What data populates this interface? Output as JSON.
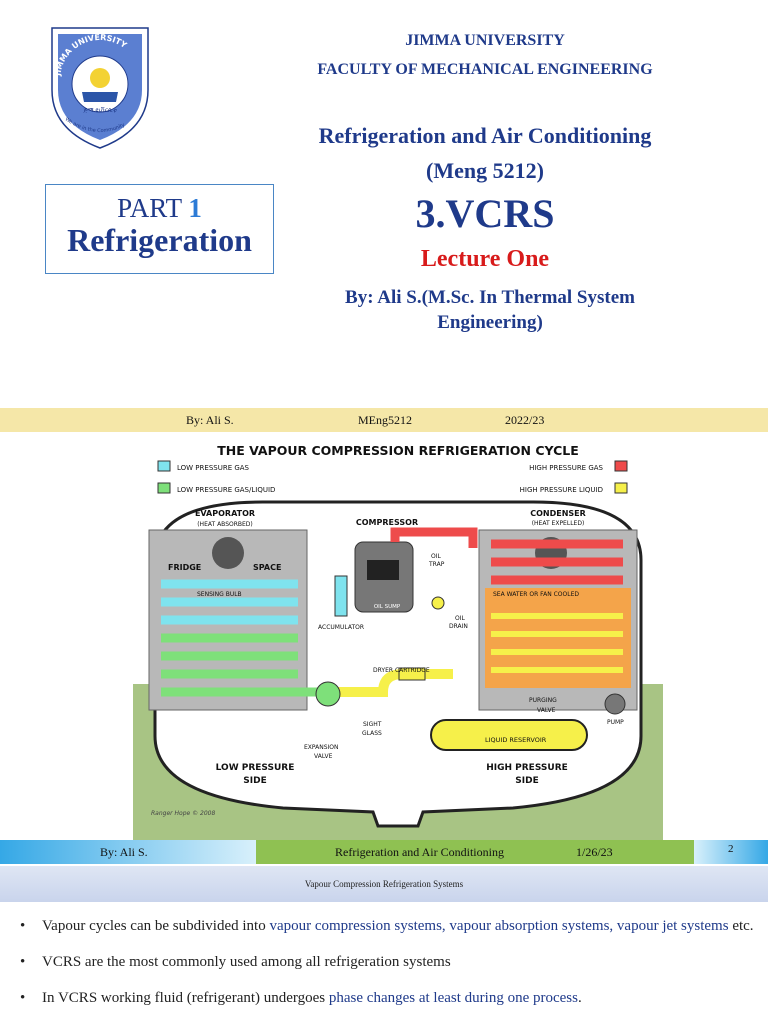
{
  "slide1": {
    "logo": {
      "arc_text": "JIMMA UNIVERSITY",
      "inner_text": "ጅማ ዩኒቨርሲቲ",
      "motto": "We are in the Community"
    },
    "university": "JIMMA UNIVERSITY",
    "faculty": "FACULTY OF MECHANICAL ENGINEERING",
    "course": "Refrigeration and Air Conditioning",
    "code": "(Meng 5212)",
    "title": "3.VCRS",
    "lecture": "Lecture One",
    "author_line1": "By: Ali S.(M.Sc. In Thermal System",
    "author_line2": "Engineering)",
    "part_label": "PART",
    "part_number": "1",
    "part_title": "Refrigeration",
    "footer": {
      "author": "By: Ali S.",
      "code": "MEng5212",
      "year": "2022/23"
    },
    "colors": {
      "title": "#1f3a8a",
      "lecture": "#d81b1b",
      "footer_bg": "#f5e7a8"
    }
  },
  "diagram": {
    "title": "THE VAPOUR COMPRESSION REFRIGERATION CYCLE",
    "legend": [
      {
        "label": "LOW PRESSURE GAS",
        "color": "#7fe3ee"
      },
      {
        "label": "LOW PRESSURE GAS/LIQUID",
        "color": "#7ee07a"
      },
      {
        "label": "HIGH PRESSURE GAS",
        "color": "#ee4b4b"
      },
      {
        "label": "HIGH PRESSURE LIQUID",
        "color": "#f6f04a"
      }
    ],
    "labels": {
      "evaporator": "EVAPORATOR",
      "heat_absorbed": "(HEAT ABSORBED)",
      "fridge": "FRIDGE",
      "space": "SPACE",
      "compressor": "COMPRESSOR",
      "condenser": "CONDENSER",
      "heat_expelled": "(HEAT EXPELLED)",
      "oil_trap_1": "OIL",
      "oil_trap_2": "TRAP",
      "sensing_bulb": "SENSING BULB",
      "oil_sump": "OIL SUMP",
      "accumulator": "ACCUMULATOR",
      "oil_drain_1": "OIL",
      "oil_drain_2": "DRAIN",
      "sea_water": "SEA WATER OR FAN COOLED",
      "dryer": "DRYER CARTRIDGE",
      "purging_1": "PURGING",
      "purging_2": "VALVE",
      "pump": "PUMP",
      "sight_1": "SIGHT",
      "sight_2": "GLASS",
      "expansion_1": "EXPANSION",
      "expansion_2": "VALVE",
      "liquid_reservoir": "LIQUID RESERVOIR",
      "low_side_1": "LOW PRESSURE",
      "low_side_2": "SIDE",
      "high_side_1": "HIGH PRESSURE",
      "high_side_2": "SIDE",
      "credit": "Ranger Hope © 2008"
    }
  },
  "slide2": {
    "footer": {
      "author": "By: Ali S.",
      "course": "Refrigeration and Air Conditioning",
      "date": "1/26/23",
      "page": "2"
    },
    "topic": "Vapour Compression Refrigeration Systems",
    "bullets": [
      {
        "pre": "Vapour cycles can be subdivided into ",
        "hl": "vapour compression systems, vapour absorption systems, vapour jet systems",
        "post": " etc."
      },
      {
        "pre": "VCRS are the most commonly used among all refrigeration systems",
        "hl": "",
        "post": ""
      },
      {
        "pre": "In VCRS working fluid (refrigerant) undergoes ",
        "hl": "phase changes at least during one process",
        "post": "."
      }
    ]
  }
}
